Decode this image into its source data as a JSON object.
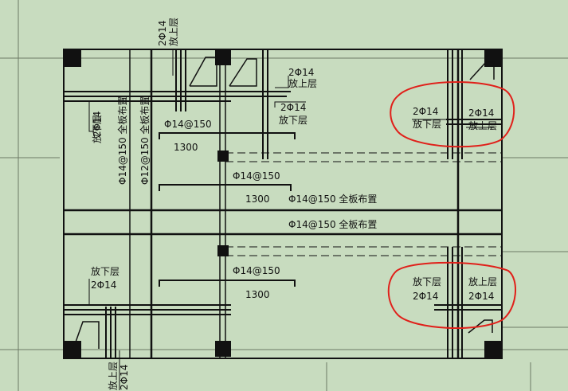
{
  "colors": {
    "background": "#c8dcbf",
    "line": "#111111",
    "grid": "#6d7a66",
    "highlight": "#e0201a"
  },
  "labels": {
    "top_bar_2phi14": "2Φ14",
    "top_bar_upper": "放上层",
    "mid_upper_2phi14": "2Φ14",
    "mid_upper_text": "放上层",
    "mid_lower_2phi14": "2Φ14",
    "mid_lower_text": "放下层",
    "left_upper_2phi14": "2Φ14",
    "left_upper_lower": "放下层",
    "vert_full_left": "Φ14@150 全板布置",
    "vert_full_right": "Φ12@150 全板布置",
    "span1_bar": "Φ14@150",
    "span1_len": "1300",
    "span2_bar": "Φ14@150",
    "span2_len": "1300",
    "span2_full": "Φ14@150 全板布置",
    "full_mid": "Φ14@150 全板布置",
    "span3_bar": "Φ14@150",
    "span3_len": "1300",
    "right_top_a_num": "2Φ14",
    "right_top_a_txt": "放下层",
    "right_top_b_num": "2Φ14",
    "right_top_b_txt": "放上层",
    "left_lower_txt": "放下层",
    "left_lower_num": "2Φ14",
    "right_bot_a_txt": "放下层",
    "right_bot_a_num": "2Φ14",
    "right_bot_b_txt": "放上层",
    "right_bot_b_num": "2Φ14",
    "bottom_bar_upper": "放上层",
    "bottom_bar_2phi14": "2Φ14"
  }
}
